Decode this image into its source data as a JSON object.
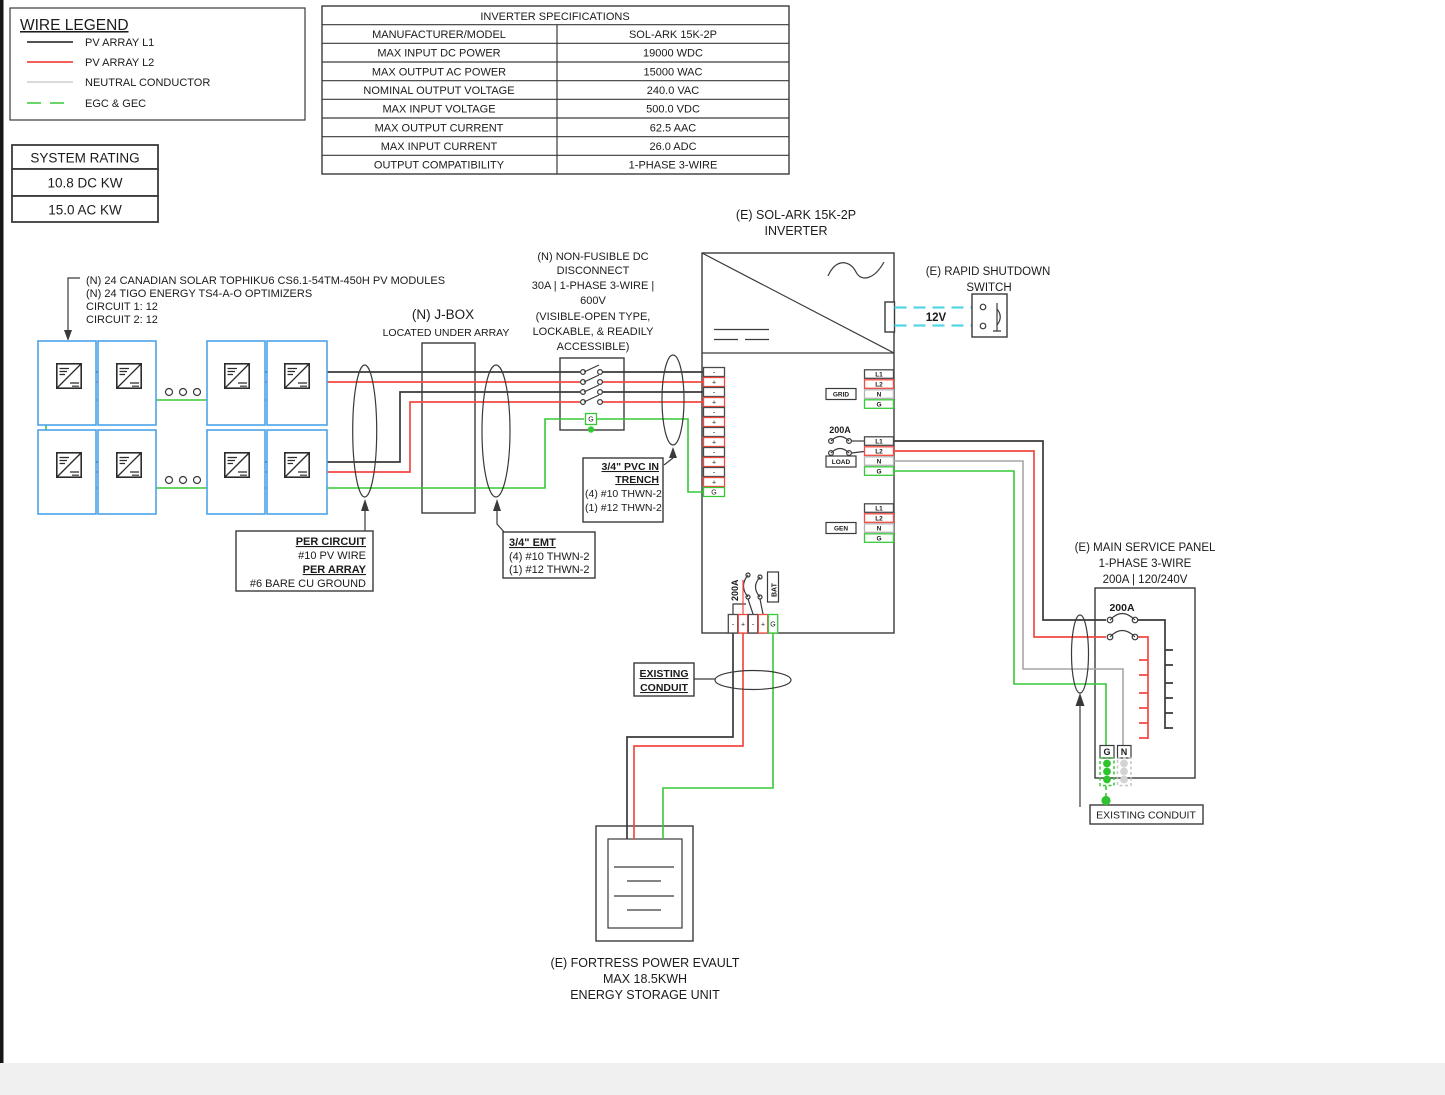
{
  "colors": {
    "pv_l1": "#3a3a3a",
    "pv_l2": "#f24a42",
    "neutral": "#c9c9c9",
    "egc_gec": "#36c936",
    "module_border": "#4da3ea",
    "rsd_signal": "#54d6e6"
  },
  "legend": {
    "title": "WIRE LEGEND",
    "items": [
      "PV ARRAY L1",
      "PV ARRAY L2",
      "NEUTRAL CONDUCTOR",
      "EGC & GEC"
    ]
  },
  "system_rating": {
    "title": "SYSTEM RATING",
    "dc": "10.8 DC KW",
    "ac": "15.0 AC KW"
  },
  "spec_table": {
    "title": "INVERTER SPECIFICATIONS",
    "rows": [
      {
        "label": "MANUFACTURER/MODEL",
        "value": "SOL-ARK 15K-2P"
      },
      {
        "label": "MAX INPUT DC POWER",
        "value": "19000 WDC"
      },
      {
        "label": "MAX OUTPUT AC POWER",
        "value": "15000 WAC"
      },
      {
        "label": "NOMINAL OUTPUT VOLTAGE",
        "value": "240.0 VAC"
      },
      {
        "label": "MAX INPUT VOLTAGE",
        "value": "500.0 VDC"
      },
      {
        "label": "MAX OUTPUT CURRENT",
        "value": "62.5 AAC"
      },
      {
        "label": "MAX INPUT CURRENT",
        "value": "26.0 ADC"
      },
      {
        "label": "OUTPUT COMPATIBILITY",
        "value": "1-PHASE 3-WIRE"
      }
    ]
  },
  "pv_array": {
    "notes": [
      "(N) 24 CANADIAN SOLAR TOPHIKU6 CS6.1-54TM-450H PV MODULES",
      "(N) 24 TIGO ENERGY TS4-A-O OPTIMIZERS",
      "CIRCUIT 1: 12",
      "CIRCUIT 2: 12"
    ]
  },
  "labels": {
    "per_circuit": {
      "l1": "PER CIRCUIT",
      "l2": "#10  PV WIRE",
      "l3": "PER ARRAY",
      "l4": "#6 BARE CU GROUND"
    },
    "emt": {
      "l1": "3/4\" EMT",
      "l2": "(4) #10 THWN-2",
      "l3": "(1) #12 THWN-2"
    },
    "pvc": {
      "l1": "3/4\" PVC IN",
      "l2": "TRENCH",
      "l3": "(4) #10 THWN-2",
      "l4": "(1) #12 THWN-2"
    },
    "conduit_battery": {
      "l1": "EXISTING",
      "l2": "CONDUIT"
    },
    "conduit_panel": "EXISTING CONDUIT"
  },
  "jbox": {
    "title": "(N) J-BOX",
    "subtitle": "LOCATED UNDER ARRAY"
  },
  "disconnect": {
    "lines": [
      "(N) NON-FUSIBLE DC",
      "DISCONNECT",
      "30A | 1-PHASE 3-WIRE |",
      "600V",
      "(VISIBLE-OPEN TYPE,",
      "LOCKABLE, & READILY",
      "ACCESSIBLE)"
    ],
    "ground": "G"
  },
  "inverter": {
    "title1": "(E) SOL-ARK 15K-2P",
    "title2": "INVERTER",
    "grid": "GRID",
    "load": "LOAD",
    "gen": "GEN",
    "l1": "L1",
    "l2": "L2",
    "n": "N",
    "g": "G",
    "plus": "+",
    "minus": "-",
    "amp": "200A",
    "bat": "BAT",
    "v12": "12V"
  },
  "rss": {
    "title1": "(E) RAPID SHUTDOWN",
    "title2": "SWITCH"
  },
  "panel": {
    "title1": "(E) MAIN SERVICE PANEL",
    "title2": "1-PHASE 3-WIRE",
    "title3": "200A | 120/240V",
    "amp": "200A",
    "g": "G",
    "n": "N"
  },
  "battery": {
    "title1": "(E) FORTRESS POWER EVAULT",
    "title2": "MAX 18.5KWH",
    "title3": "ENERGY STORAGE UNIT"
  }
}
